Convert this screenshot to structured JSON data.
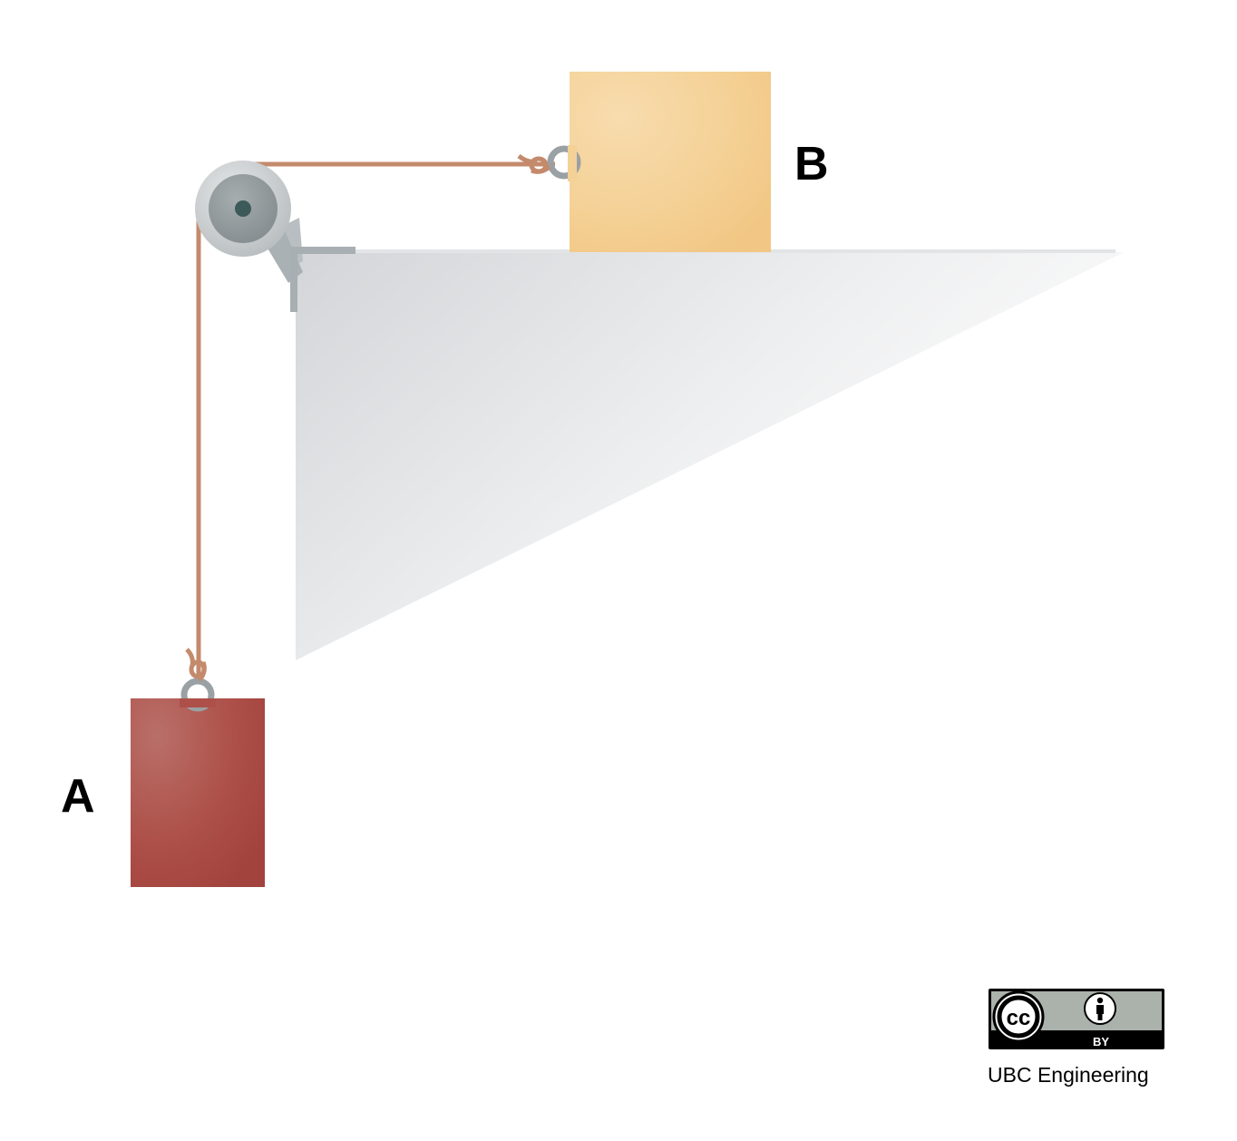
{
  "diagram": {
    "block_a": {
      "label": "A"
    },
    "block_b": {
      "label": "B"
    }
  },
  "license": {
    "cc_symbol": "cc",
    "by_label": "BY",
    "credit": "UBC Engineering"
  },
  "colors": {
    "block_a": "#a9473f",
    "block_b": "#f5cf8f",
    "rope": "#c48a6c",
    "pulley": "#9fa6a9",
    "table_top": "#d2d5d8"
  }
}
